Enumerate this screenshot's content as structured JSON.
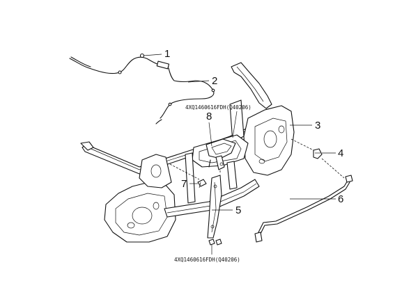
{
  "callouts": [
    {
      "id": "1",
      "label": "1"
    },
    {
      "id": "2",
      "label": "2"
    },
    {
      "id": "3",
      "label": "3"
    },
    {
      "id": "4",
      "label": "4"
    },
    {
      "id": "5",
      "label": "5"
    },
    {
      "id": "6",
      "label": "6"
    },
    {
      "id": "7",
      "label": "7"
    },
    {
      "id": "8",
      "label": "8"
    }
  ],
  "part_codes": {
    "upper": "4XQ1460616FDH(Q40206)",
    "lower": "4XQ1460616FDH(Q40206)"
  }
}
